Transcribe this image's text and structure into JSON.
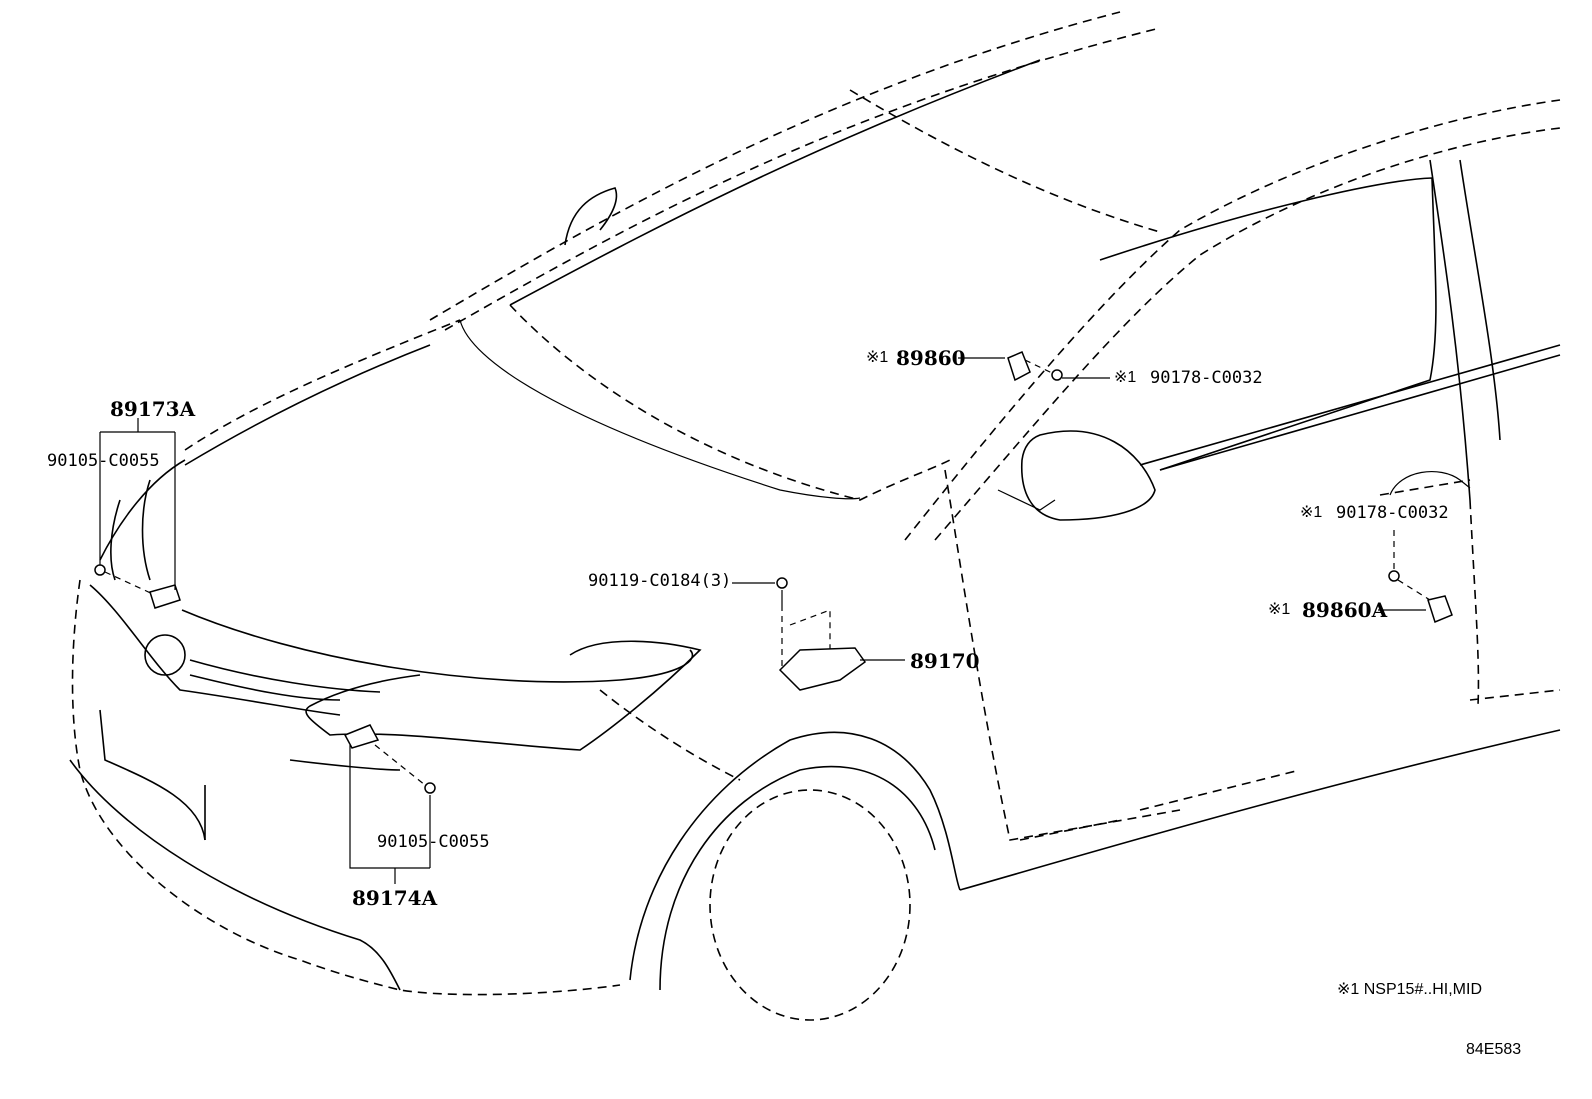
{
  "labels": {
    "p89173A": "89173A",
    "p90105_left": "90105-C0055",
    "p89860": "89860",
    "p89860_mark": "※1",
    "p90178_top": "90178-C0032",
    "p90178_top_mark": "※1",
    "p90178_right": "90178-C0032",
    "p90178_right_mark": "※1",
    "p89860A": "89860A",
    "p89860A_mark": "※1",
    "p90119": "90119-C0184(3)",
    "p89170": "89170",
    "p90105_bottom": "90105-C0055",
    "p89174A": "89174A"
  },
  "footnote": "※1  NSP15#..HI,MID",
  "diagram_id": "84E583"
}
